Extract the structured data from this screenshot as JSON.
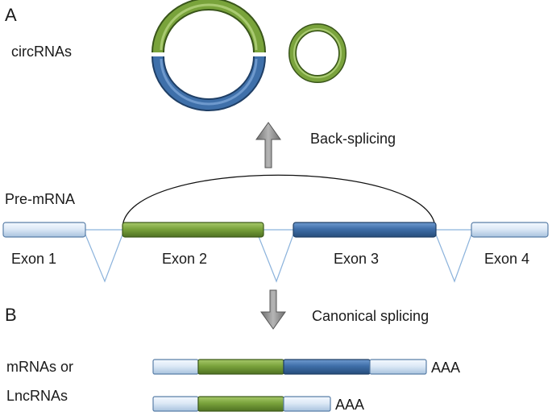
{
  "panels": {
    "a": "A",
    "b": "B"
  },
  "labels": {
    "circrnas": "circRNAs",
    "back_splicing": "Back-splicing",
    "pre_mrna": "Pre-mRNA",
    "canonical_splicing": "Canonical splicing",
    "mrnas_line1": "mRNAs or",
    "mrnas_line2": "LncRNAs"
  },
  "exons": [
    "Exon 1",
    "Exon 2",
    "Exon 3",
    "Exon 4"
  ],
  "poly_a": "AAA",
  "colors": {
    "exon_pale": "#d6e6f5",
    "exon_green": "#77a13a",
    "exon_blue": "#3d6ea8",
    "intron_line": "#8cb3dc",
    "arrow": "#8a8a8a"
  }
}
